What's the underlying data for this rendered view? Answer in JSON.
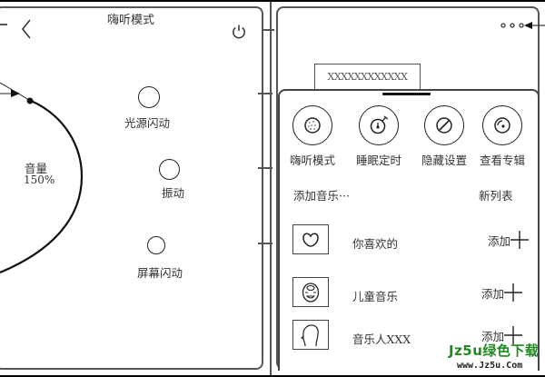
{
  "left_screen": {
    "title": "嗨听模式",
    "back_icon": "chevron-left-icon",
    "power_icon": "power-icon",
    "volume": {
      "label": "音量",
      "value": "150%"
    },
    "options": [
      {
        "label": "光源闪动",
        "icon": "circle-toggle-icon"
      },
      {
        "label": "振动",
        "icon": "circle-toggle-icon"
      },
      {
        "label": "屏幕闪动",
        "icon": "circle-toggle-icon"
      }
    ]
  },
  "right_screen": {
    "more_icon": "more-dots-icon",
    "tab_label": "XXXXXXXXXXXX",
    "functions": [
      {
        "label": "嗨听模式",
        "icon": "speaker-icon"
      },
      {
        "label": "睡眠定时",
        "icon": "timer-icon"
      },
      {
        "label": "隐藏设置",
        "icon": "hide-icon"
      },
      {
        "label": "查看专辑",
        "icon": "album-icon"
      }
    ],
    "add_music_label": "添加音乐···",
    "new_list_label": "新列表",
    "playlists": [
      {
        "name": "你喜欢的",
        "icon": "heart-icon",
        "add_label": "添加"
      },
      {
        "name": "儿童音乐",
        "icon": "child-face-icon",
        "add_label": "添加"
      },
      {
        "name": "音乐人XXX",
        "icon": "person-head-icon",
        "add_label": "添加"
      }
    ]
  },
  "watermark": {
    "brand": "Jz5u绿色下载",
    "url": "www.Jz5u.Com",
    "brand_color": "#1f8a1f"
  }
}
